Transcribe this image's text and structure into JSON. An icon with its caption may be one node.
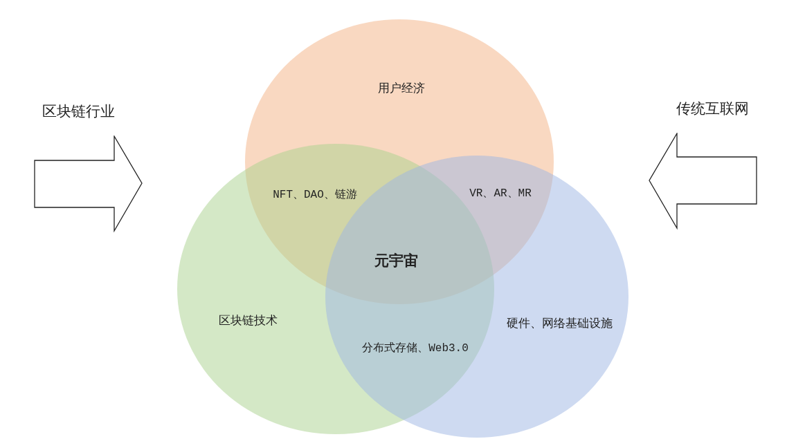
{
  "diagram": {
    "nodes": [
      {
        "text": [
          "用户经济"
        ]
      },
      {
        "text": [
          "区块链技术"
        ]
      },
      {
        "text": [
          "硬件、网络基础设施"
        ]
      }
    ],
    "labels": [
      "区块链行业",
      "传统互联网",
      "NFT、DAO、链游",
      "VR、AR、MR",
      "元宇宙",
      "分布式存储、Web3.0"
    ]
  }
}
